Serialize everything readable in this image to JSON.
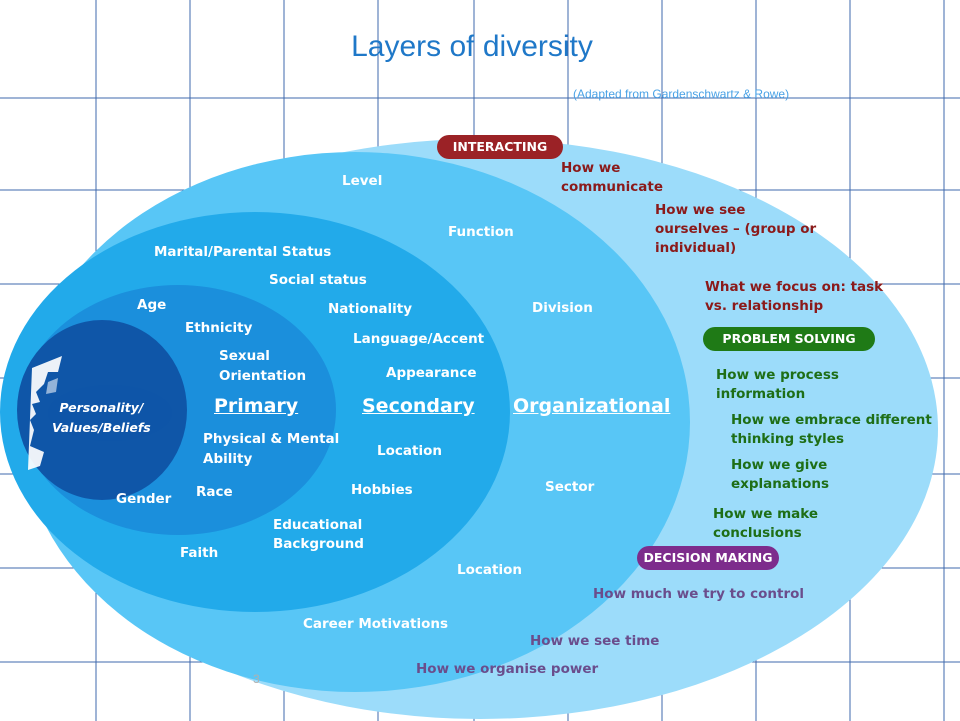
{
  "title": "Layers of diversity",
  "source": "(Adapted from Gardenschwartz & Rowe)",
  "page_number": "3",
  "core": {
    "line1": "Personality/",
    "line2": "Values/Beliefs",
    "icon": "head-silhouette-icon"
  },
  "layers": {
    "primary": {
      "label": "Primary",
      "items": [
        "Age",
        "Ethnicity",
        "Sexual",
        "Orientation",
        "Physical & Mental",
        "Ability",
        "Gender",
        "Race"
      ]
    },
    "secondary": {
      "label": "Secondary",
      "items": [
        "Marital/Parental Status",
        "Social status",
        "Nationality",
        "Language/Accent",
        "Appearance",
        "Location",
        "Hobbies",
        "Educational",
        "Background",
        "Faith"
      ]
    },
    "organizational": {
      "label": "Organizational",
      "items": [
        "Level",
        "Function",
        "Division",
        "Sector",
        "Location",
        "Career Motivations"
      ]
    }
  },
  "interacting": {
    "label": "INTERACTING",
    "items": [
      "How we",
      "communicate",
      "How we see",
      "ourselves – (group or",
      "individual)",
      "What we focus on: task",
      "vs. relationship"
    ]
  },
  "problem_solving": {
    "label": "PROBLEM SOLVING",
    "items": [
      "How we process",
      "information",
      "How we embrace different",
      "thinking styles",
      "How we give",
      "explanations",
      "How we make",
      "conclusions"
    ]
  },
  "decision_making": {
    "label": "DECISION MAKING",
    "items": [
      "How much we try to control",
      "How we see time",
      "How we organise power"
    ]
  },
  "colors": {
    "grid": "#1e4f9e",
    "outer": "#9cdcfa",
    "organizational": "#58c6f6",
    "secondary": "#22aaea",
    "primary": "#1b8fdc",
    "core": "#0f56a8",
    "interacting_pill": "#9b2226",
    "problem_pill": "#1f7a16",
    "decision_pill": "#7d2c8c",
    "title": "#1f78c8"
  }
}
